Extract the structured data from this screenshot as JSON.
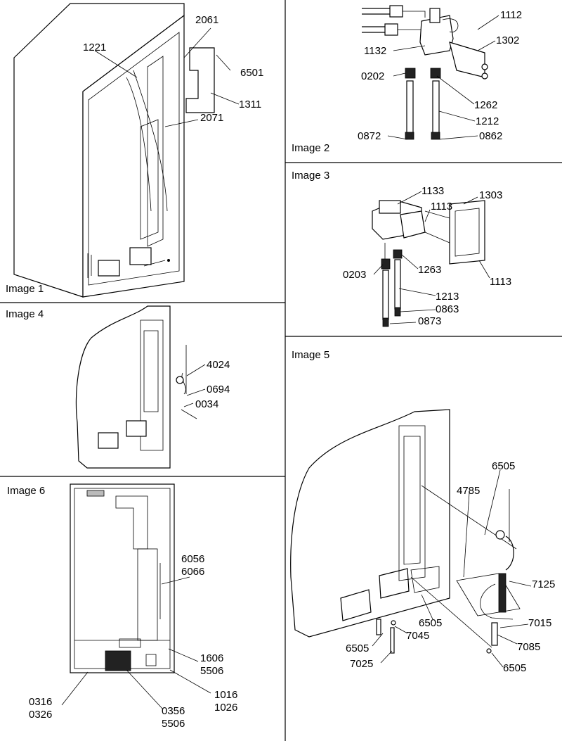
{
  "panels": {
    "p1": {
      "caption": "Image 1",
      "labels": [
        "2061",
        "1221",
        "6501",
        "1311",
        "2071"
      ]
    },
    "p2": {
      "caption": "Image 2",
      "labels": [
        "1112",
        "1302",
        "1132",
        "0202",
        "1262",
        "1212",
        "0872",
        "0862"
      ]
    },
    "p3": {
      "caption": "Image 3",
      "labels": [
        "1133",
        "1303",
        "1113",
        "1263",
        "0203",
        "1213",
        "0863",
        "0873",
        "1113"
      ]
    },
    "p4": {
      "caption": "Image 4",
      "labels": [
        "4024",
        "0694",
        "0034"
      ]
    },
    "p5": {
      "caption": "Image 5",
      "labels": [
        "6505",
        "4785",
        "7125",
        "7015",
        "6505",
        "7045",
        "6505",
        "7085",
        "7025",
        "6505"
      ]
    },
    "p6": {
      "caption": "Image 6",
      "labels": [
        "6056",
        "6066",
        "1606",
        "5506",
        "1016",
        "1026",
        "0316",
        "0326",
        "0356",
        "5506"
      ]
    }
  }
}
